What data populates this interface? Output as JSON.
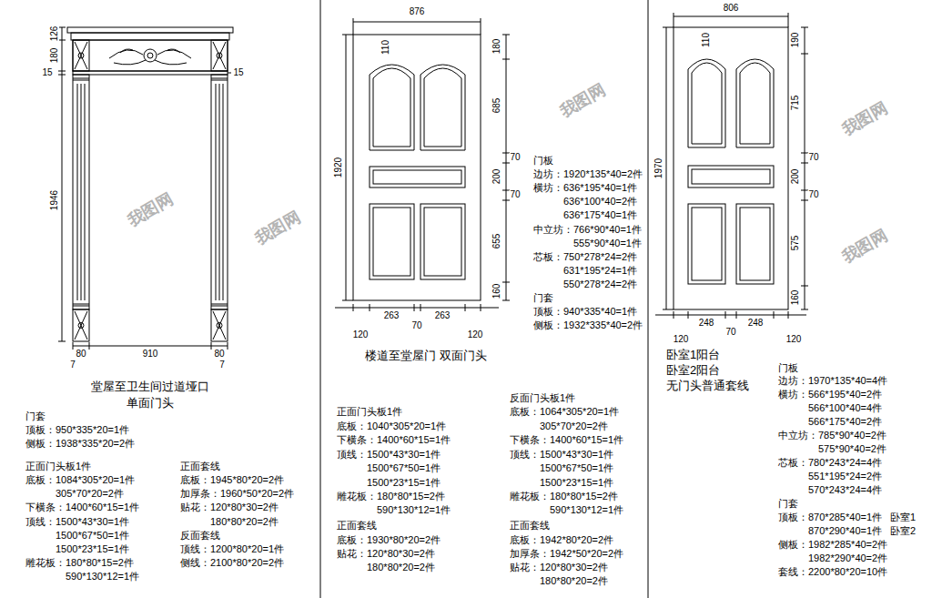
{
  "diagram": {
    "labels": [
      "126",
      "180",
      "15",
      "15",
      "1946",
      "80",
      "910",
      "80",
      "7",
      "7",
      "堂屋至卫生间过道垭口",
      "单面门头",
      "门套",
      "顶板：950*335*20=1件",
      "侧板：1938*335*20=2件",
      "正面门头板1件",
      "底板：1084*305*20=1件",
      "305*70*20=2件",
      "下横条：1400*60*15=1件",
      "顶线：1500*43*30=1件",
      "1500*67*50=1件",
      "1500*23*15=1件",
      "雕花板：180*80*15=2件",
      "590*130*12=1件",
      "正面套线",
      "底板：1945*80*20=2件",
      "加厚条：1960*50*20=2件",
      "贴花：120*80*30=2件",
      "180*80*20=2件",
      "反面套线",
      "顶线：1200*80*20=1件",
      "侧线：2100*80*20=2件",
      "876",
      "110",
      "180",
      "685",
      "70",
      "200",
      "70",
      "655",
      "160",
      "1920",
      "263",
      "70",
      "263",
      "120",
      "120",
      "门板",
      "边坊：1920*135*40=2件",
      "横坊：636*195*40=1件",
      "636*100*40=2件",
      "636*175*40=1件",
      "中立坊：766*90*40=1件",
      "555*90*40=1件",
      "芯板：750*278*24=2件",
      "631*195*24=1件",
      "550*278*24=2件",
      "门套",
      "顶板：940*335*40=1件",
      "侧板：1932*335*40=2件",
      "楼道至堂屋门 双面门头",
      "正面门头板1件",
      "底板：1040*305*20=1件",
      "下横条：1400*60*15=1件",
      "顶线：1500*43*30=1件",
      "1500*67*50=1件",
      "1500*23*15=1件",
      "雕花板：180*80*15=2件",
      "590*130*12=1件",
      "正面套线",
      "底板：1930*80*20=2件",
      "贴花：120*80*30=2件",
      "180*80*20=2件",
      "反面门头板1件",
      "底板：1064*305*20=1件",
      "305*70*20=2件",
      "下横条：1400*60*15=1件",
      "顶线：1500*43*30=1件",
      "1500*67*50=1件",
      "1500*23*15=1件",
      "雕花板：180*80*15=2件",
      "590*130*12=1件",
      "正面套线",
      "底板：1942*80*20=2件",
      "加厚条：1942*50*20=2件",
      "贴花：120*80*30=2件",
      "180*80*20=2件",
      "806",
      "110",
      "190",
      "715",
      "70",
      "200",
      "70",
      "575",
      "160",
      "1970",
      "248",
      "70",
      "248",
      "120",
      "120",
      "卧室1阳台",
      "卧室2阳台",
      "无门头普通套线",
      "门板",
      "边坊：1970*135*40=4件",
      "横坊：566*195*40=2件",
      "566*100*40=4件",
      "566*175*40=2件",
      "中立坊：785*90*40=2件",
      "575*90*40=2件",
      "芯板：780*243*24=4件",
      "551*195*24=2件",
      "570*243*24=4件",
      "门套",
      "顶板：870*285*40=1件",
      "卧室1",
      "870*290*40=1件",
      "卧室2",
      "侧板：1982*285*40=2件",
      "1982*290*40=2件",
      "套线：2200*80*20=10件",
      "我图网",
      "我图网",
      "我图网",
      "我图网",
      "我图网"
    ]
  }
}
